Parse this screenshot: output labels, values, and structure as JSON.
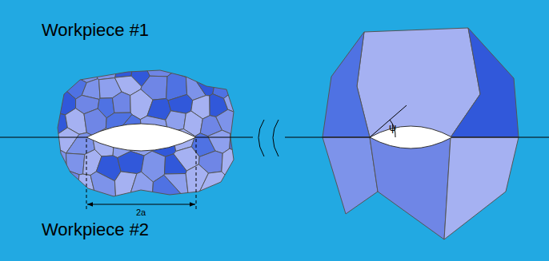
{
  "diagram": {
    "labels": [
      "Workpiece #1",
      "2a",
      "ψ",
      "Workpiece #2"
    ]
  }
}
